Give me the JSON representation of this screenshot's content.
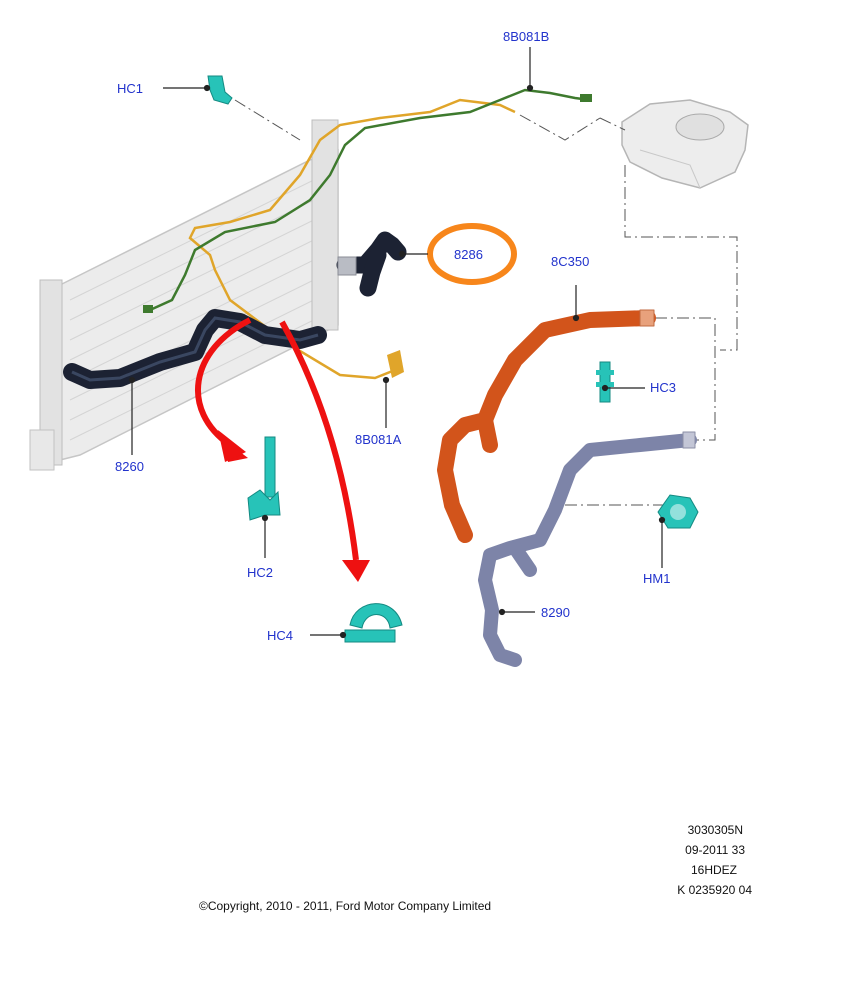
{
  "labels": {
    "hc1": "HC1",
    "p8b081b": "8B081B",
    "p8286": "8286",
    "p8c350": "8C350",
    "hc3": "HC3",
    "p8b081a": "8B081A",
    "p8260": "8260",
    "hc2": "HC2",
    "hc4": "HC4",
    "hm1": "HM1",
    "p8290": "8290"
  },
  "meta": {
    "code": "3030305N",
    "date": "09-2011 33",
    "model": "16HDEZ",
    "ref": "K 0235920 04"
  },
  "copyright": "©Copyright, 2010 - 2011, Ford Motor Company Limited",
  "colors": {
    "callout_text": "#2233cc",
    "highlight": "#f7861b",
    "arrow": "#ee1111",
    "hose_dark": "#1c2233",
    "hose_orange": "#d2541b",
    "hose_blue": "#7d84a8",
    "clip_teal": "#27c3b8",
    "pipe_yellow": "#e0a52a",
    "pipe_green": "#3e7a2e"
  }
}
